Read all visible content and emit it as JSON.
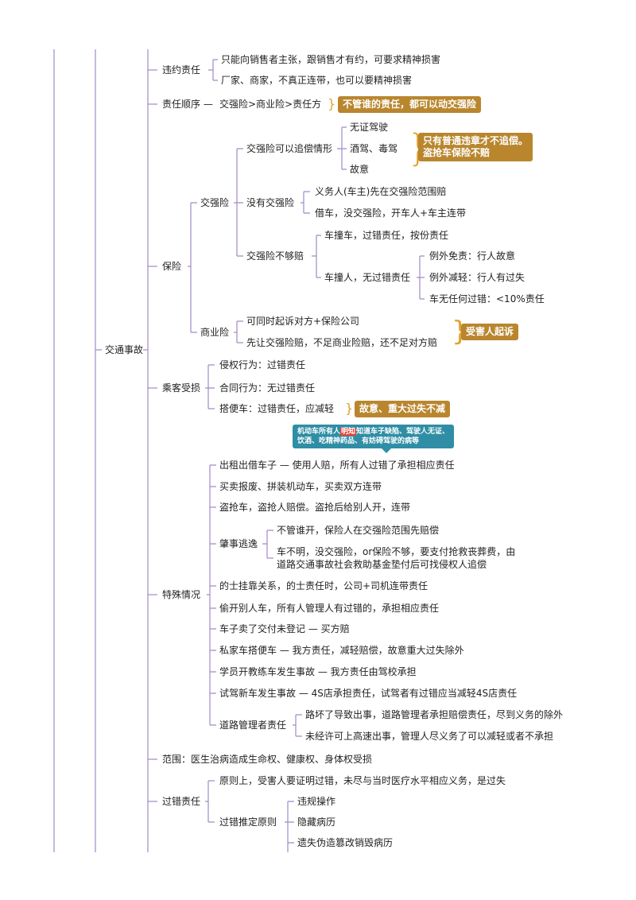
{
  "diagram": {
    "root": "交通事故",
    "branches": {
      "weiyue": {
        "label": "违约责任",
        "items": [
          "只能向销售者主张，跟销售才有约，可要求精神损害",
          "厂家、商家，不真正连带，也可以要精神损害"
        ]
      },
      "shunxu": {
        "label": "责任顺序 —",
        "value": "交强险>商业险>责任方",
        "note": "不管谁的责任，都可以动交强险"
      },
      "baoxian": {
        "label": "保险",
        "jqx": {
          "label": "交强险",
          "zhuichang": {
            "label": "交强险可以追偿情形",
            "items": [
              "无证驾驶",
              "酒驾、毒驾",
              "故意"
            ],
            "note": "只有普通违章才不追偿。\n盗抢车保险不赔"
          },
          "meiyou": {
            "label": "没有交强险",
            "items": [
              "义务人(车主)先在交强险范围赔",
              "借车，没交强险，开车人+车主连带"
            ]
          },
          "buguo": {
            "label": "交强险不够赔",
            "item1": "车撞车，过错责任，按份责任",
            "item2": "车撞人，无过错责任",
            "subitems": [
              "例外免责：行人故意",
              "例外减轻：行人有过失",
              "车无任何过错：<10%责任"
            ]
          }
        },
        "syx": {
          "label": "商业险",
          "items": [
            "可同时起诉对方+保险公司",
            "先让交强险赔，不足商业险赔，还不足对方赔"
          ],
          "note": "受害人起诉"
        }
      },
      "chengke": {
        "label": "乘客受损",
        "items": [
          "侵权行为：过错责任",
          "合同行为：无过错责任",
          "搭便车：过错责任，应减轻"
        ],
        "note": "故意、重大过失不减"
      },
      "teshu": {
        "label": "特殊情况",
        "note_pre": "机动车所有人",
        "note_hl": "明知",
        "note_post": "知道车子缺陷、驾驶人无证、",
        "note_line2": "饮酒、吃精神药品、有妨碍驾驶的病等",
        "chuzu": "出租出借车子 —",
        "chuzu_v": "使用人赔，所有人过错了承担相应责任",
        "maimai": "买卖报废、拼装机动车，买卖双方连带",
        "daoqiang": "盗抢车，盗抢人赔偿。盗抢后给别人开，连带",
        "taoyi": "肇事逃逸",
        "taoyi_items": [
          "不管谁开，保险人在交强险范围先赔偿",
          "车不明，没交强险，or保险不够，要支付抢救丧葬费，由道路交通事故社会救助基金垫付后可找侵权人追偿"
        ],
        "dishi": "的士挂靠关系，的士责任时，公司+司机连带责任",
        "toukai": "偷开别人车，所有人管理人有过错的，承担相应责任",
        "maile": "车子卖了交付未登记 —",
        "maile_v": "买方赔",
        "sijia": "私家车搭便车 —",
        "sijia_v": "我方责任，减轻赔偿，故意重大过失除外",
        "xueyuan": "学员开教练车发生事故 —",
        "xueyuan_v": "我方责任由驾校承担",
        "shijia": "试驾新车发生事故 —",
        "shijia_v": "4S店承担责任，试驾者有过错应当减轻4S店责任",
        "daolu": "道路管理者责任",
        "daolu_items": [
          "路坏了导致出事，道路管理者承担赔偿责任，尽到义务的除外",
          "未经许可上高速出事，管理人尽义务了可以减轻或者不承担"
        ]
      },
      "yiliao": {
        "fanwei": "范围：医生治病造成生命权、健康权、身体权受损",
        "guocuo": "过错责任",
        "yuanze": "原则上，受害人要证明过错，未尽与当时医疗水平相应义务，是过失",
        "tuiding": "过错推定原则",
        "tuiding_items": [
          "违规操作",
          "隐藏病历",
          "遗失伪造篡改销毁病历"
        ]
      }
    }
  }
}
